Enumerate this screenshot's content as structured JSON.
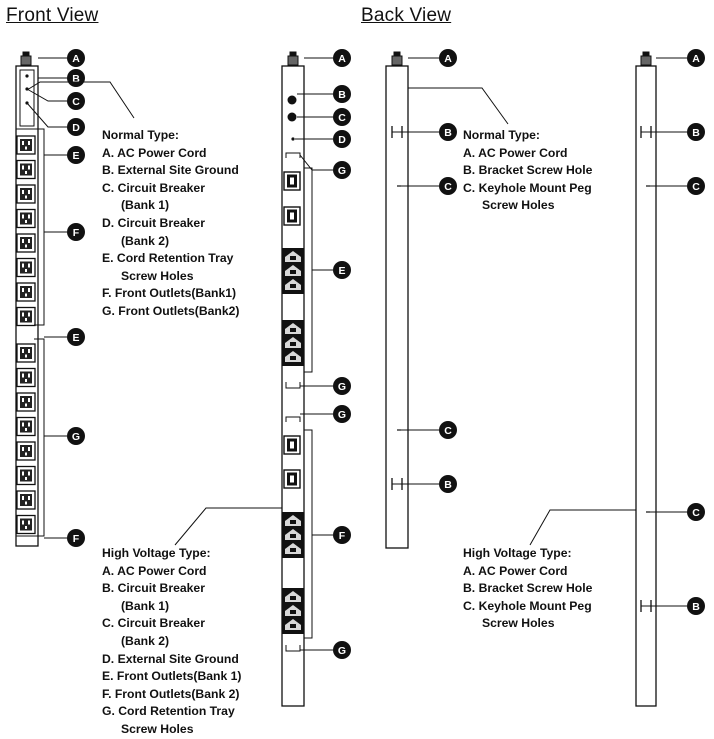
{
  "titles": {
    "front": "Front View",
    "back": "Back View"
  },
  "legends": {
    "front_normal": {
      "title": "Normal Type:",
      "lines": [
        "A. AC Power Cord",
        "B. External Site Ground",
        "C. Circuit Breaker",
        "(Bank 1)",
        "D. Circuit Breaker",
        "(Bank 2)",
        "E. Cord Retention Tray",
        "Screw Holes",
        "F. Front Outlets(Bank1)",
        "G. Front Outlets(Bank2)"
      ]
    },
    "front_high": {
      "title": "High Voltage Type:",
      "lines": [
        "A. AC Power Cord",
        "B. Circuit Breaker",
        "(Bank 1)",
        "C. Circuit Breaker",
        "(Bank 2)",
        "D. External Site Ground",
        "E. Front Outlets(Bank 1)",
        "F. Front Outlets(Bank 2)",
        "G. Cord Retention Tray",
        "Screw Holes"
      ]
    },
    "back_normal": {
      "title": "Normal Type:",
      "lines": [
        "A. AC Power Cord",
        "B. Bracket Screw Hole",
        "C. Keyhole Mount Peg",
        "Screw Holes"
      ]
    },
    "back_high": {
      "title": "High Voltage Type:",
      "lines": [
        "A. AC Power Cord",
        "B. Bracket Screw Hole",
        "C. Keyhole Mount Peg",
        "Screw Holes"
      ]
    }
  },
  "callouts": {
    "pdu1": [
      "A",
      "B",
      "C",
      "D",
      "E",
      "F",
      "E",
      "G",
      "F"
    ],
    "pdu2": [
      "A",
      "B",
      "C",
      "D",
      "G",
      "E",
      "G",
      "G",
      "F",
      "G"
    ],
    "pdu3": [
      "A",
      "B",
      "C",
      "C",
      "B"
    ],
    "pdu4": [
      "A",
      "B",
      "C",
      "C",
      "B"
    ]
  },
  "colors": {
    "ink": "#111111",
    "badge": "#111111",
    "badge_text": "#ffffff",
    "background": "#ffffff"
  }
}
